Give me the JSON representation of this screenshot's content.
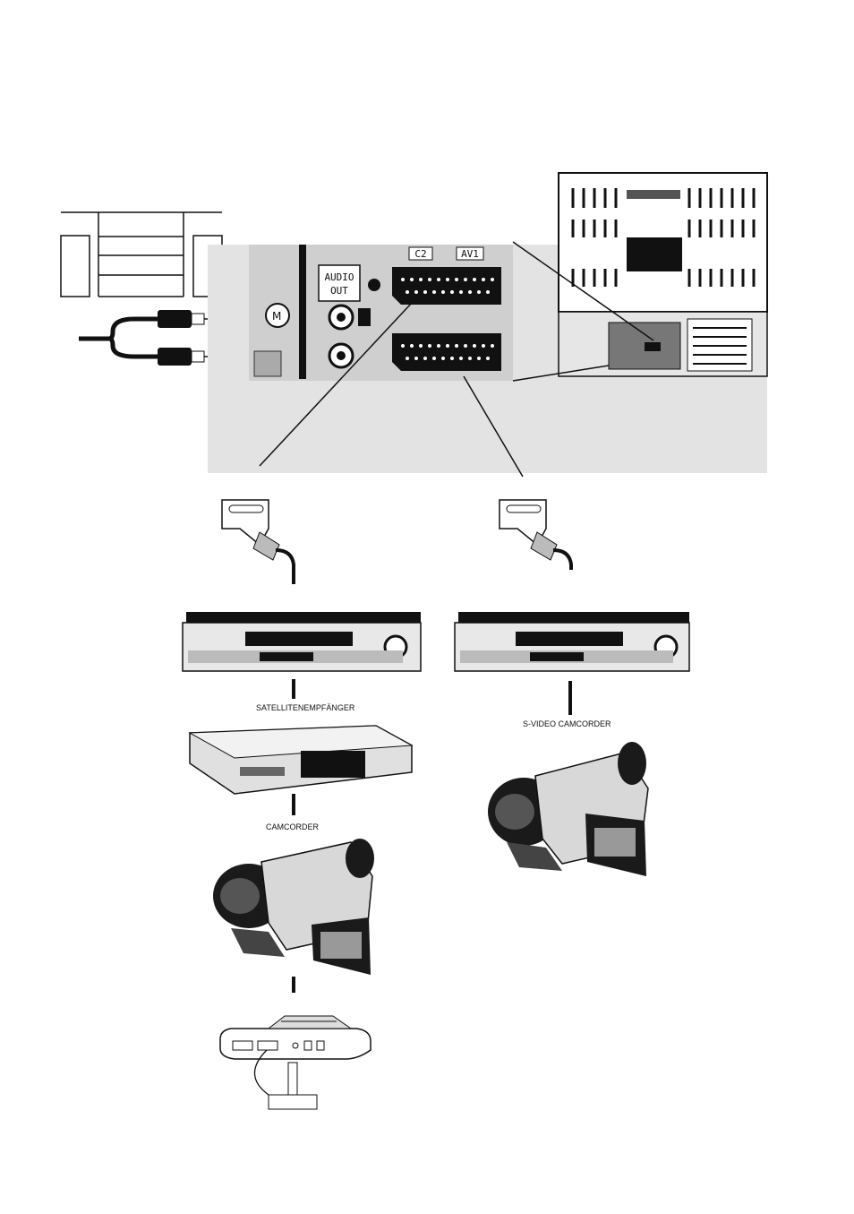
{
  "panel_labels": {
    "audio_line1": "AUDIO",
    "audio_line2": "OUT",
    "port_top": "C2",
    "port_av1": "AV1"
  },
  "device_labels": {
    "satellite": "SATELLITENEMPFÄNGER",
    "camcorder": "CAMCORDER",
    "svideo_camcorder": "S-VIDEO CAMCORDER"
  },
  "colors": {
    "ink": "#111111",
    "panel_bg": "#d9d9d9",
    "device_dark": "#1a1a1a"
  }
}
